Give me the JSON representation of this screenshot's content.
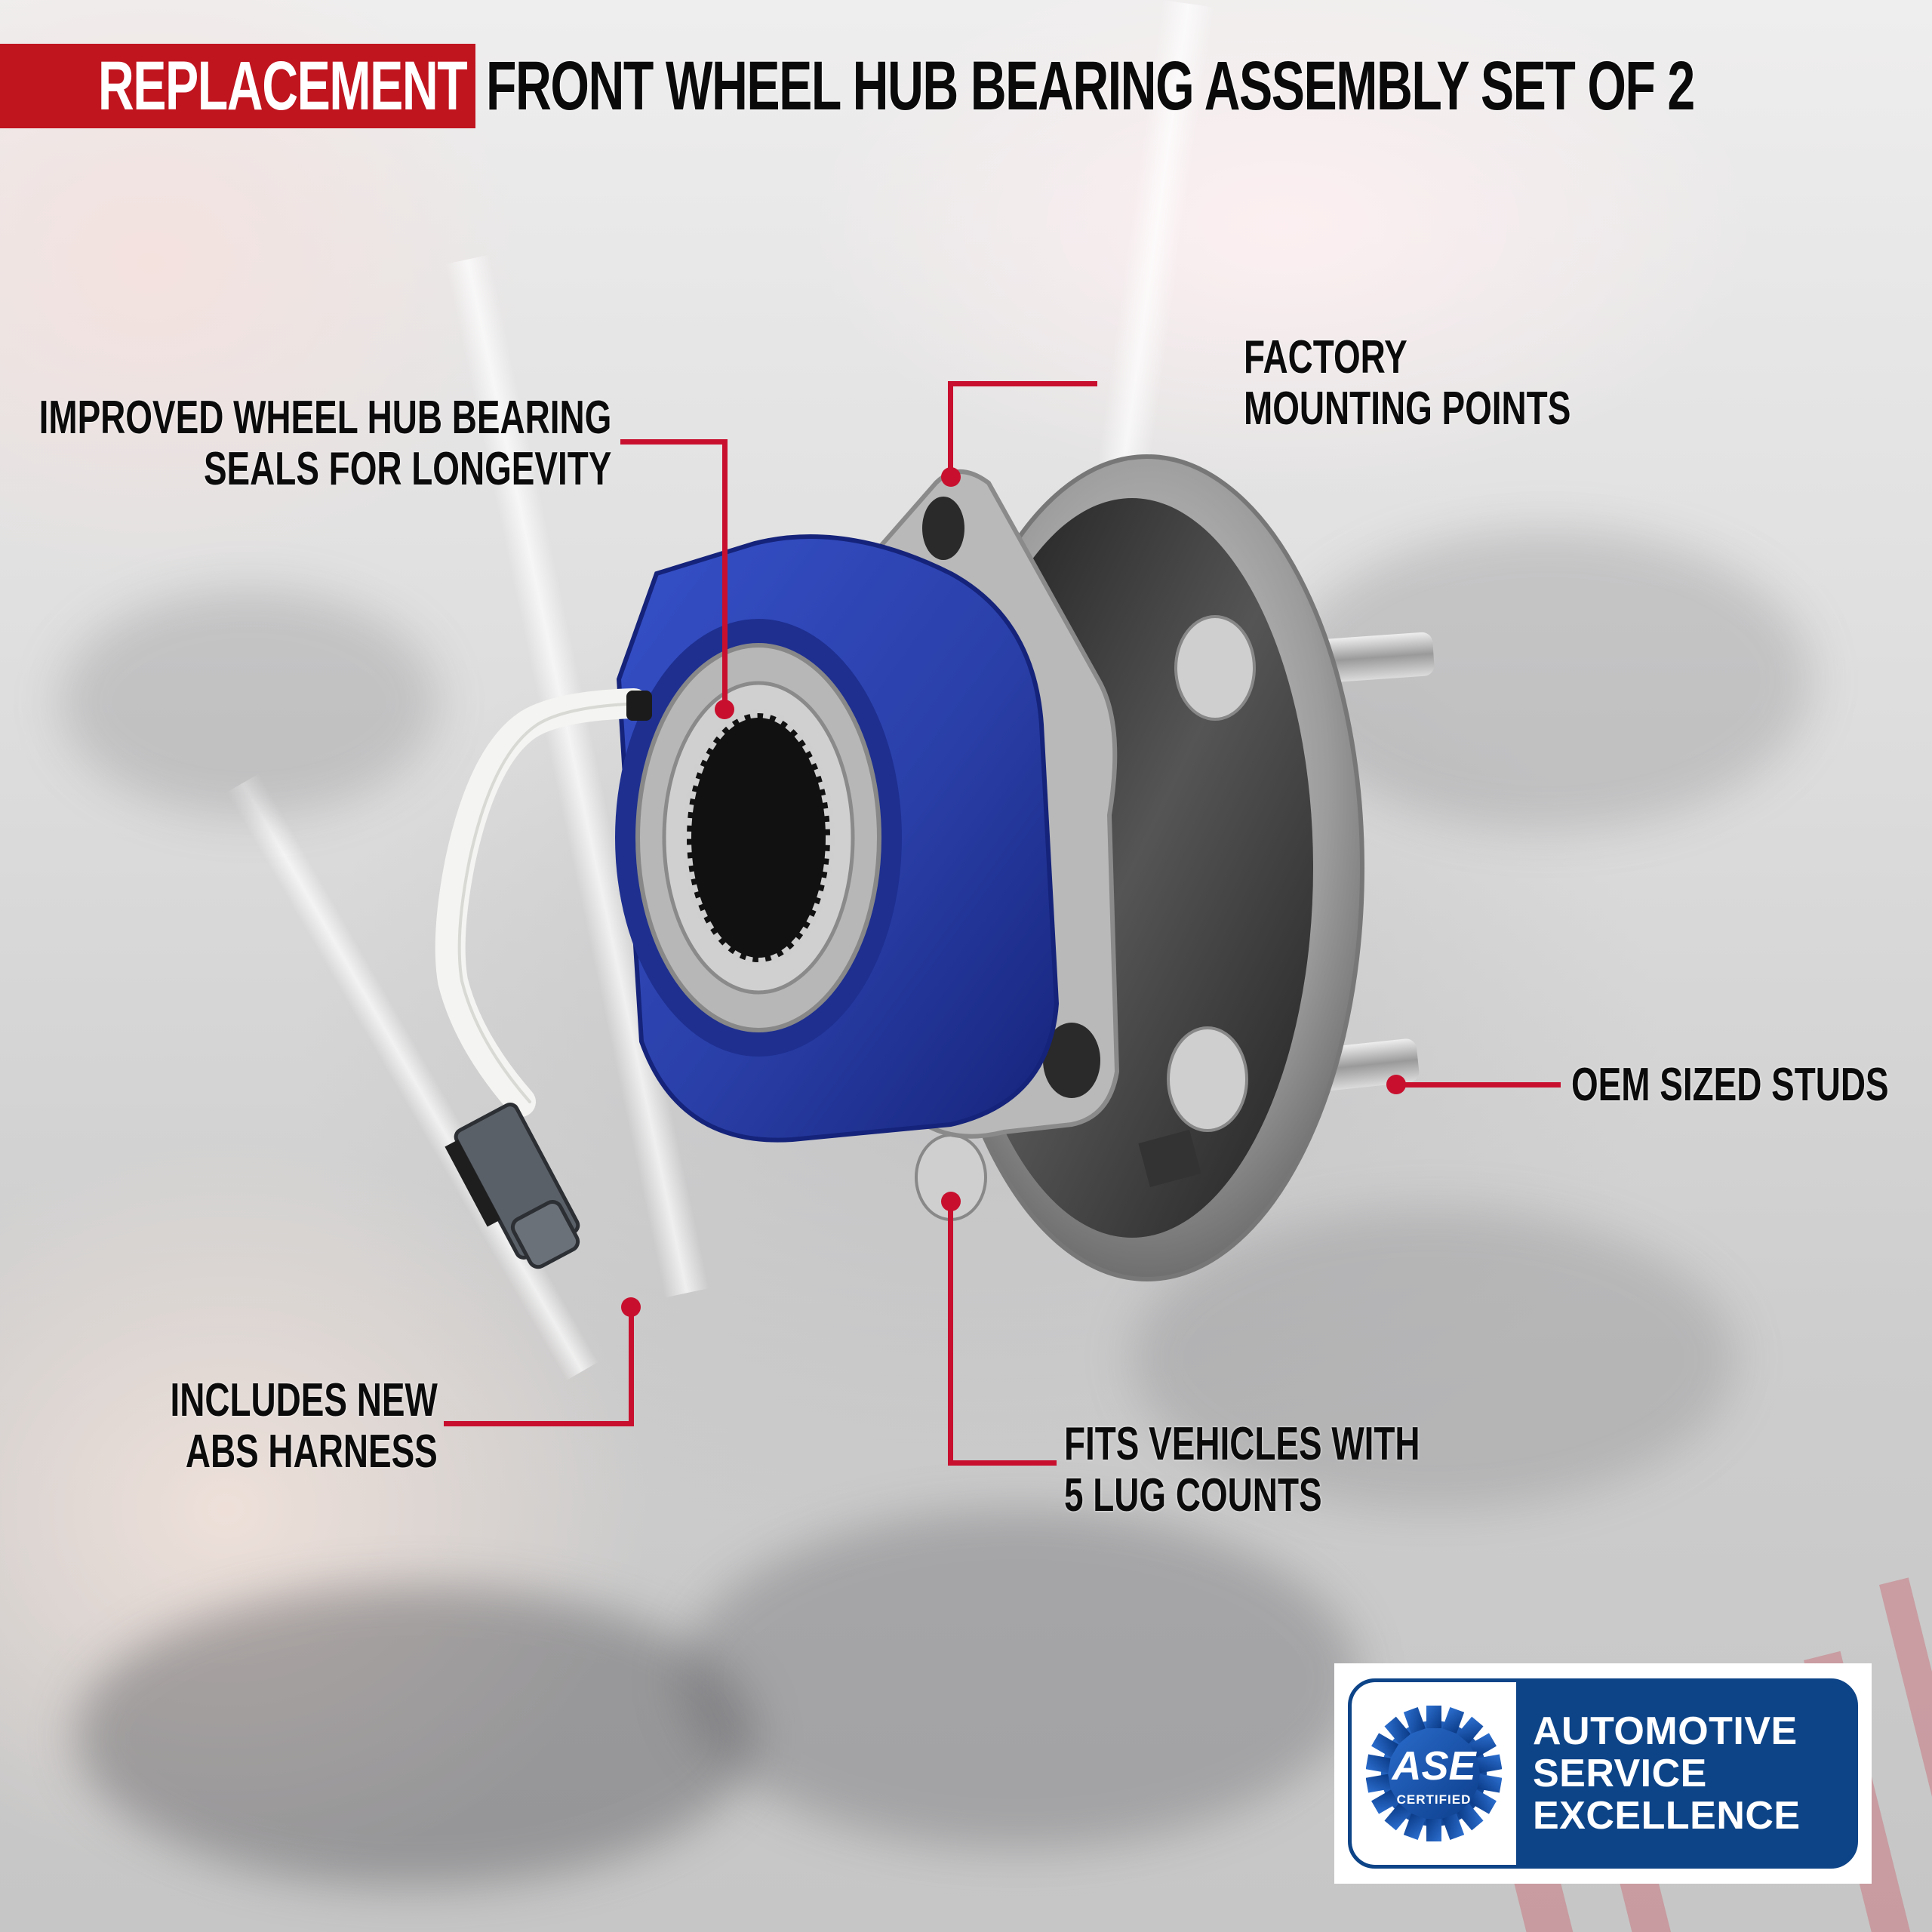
{
  "header": {
    "badge_label": "REPLACEMENT",
    "title": "FRONT WHEEL HUB BEARING ASSEMBLY SET OF 2",
    "badge_color": "#c0141f"
  },
  "callouts": [
    {
      "id": "seals",
      "lines": [
        "IMPROVED WHEEL HUB BEARING",
        "SEALS FOR LONGEVITY"
      ]
    },
    {
      "id": "mounting",
      "lines": [
        "FACTORY",
        "MOUNTING POINTS"
      ]
    },
    {
      "id": "studs",
      "lines": [
        "OEM SIZED STUDS"
      ]
    },
    {
      "id": "harness",
      "lines": [
        "INCLUDES NEW",
        "ABS HARNESS"
      ]
    },
    {
      "id": "lug",
      "lines": [
        "FITS VEHICLES WITH",
        "5 LUG COUNTS"
      ]
    }
  ],
  "leader_color": "#c8102e",
  "certification": {
    "logo_text": "ASE",
    "logo_subtext": "CERTIFIED",
    "lines": [
      "AUTOMOTIVE",
      "SERVICE",
      "EXCELLENCE"
    ],
    "panel_color": "#0d4488"
  },
  "product": {
    "name": "wheel hub bearing assembly",
    "hub_color": "#2a3fa8",
    "metal_color": "#a9a9a9",
    "harness_color": "#f2f2f0",
    "connector_color": "#5a6068"
  }
}
